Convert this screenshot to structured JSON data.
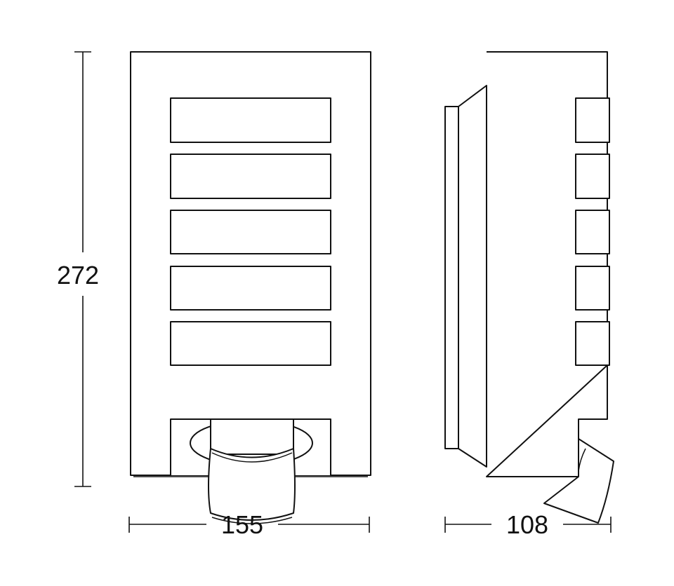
{
  "dimensions": {
    "height": "272",
    "front_width": "155",
    "side_depth": "108"
  },
  "colors": {
    "line": "#111111",
    "background": "#ffffff"
  }
}
